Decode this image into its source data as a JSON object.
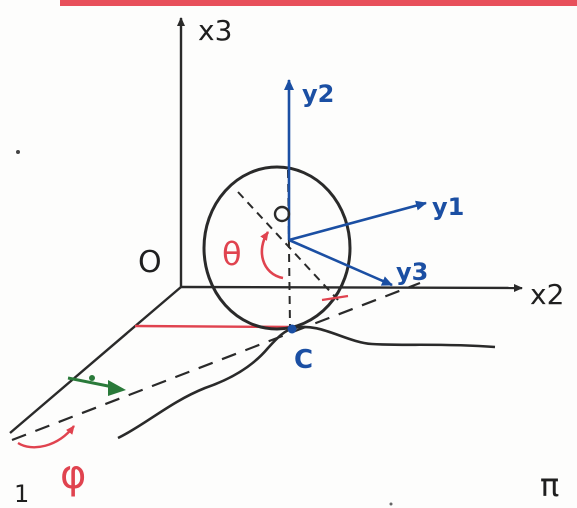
{
  "colors": {
    "ink": "#2a2a2a",
    "blue": "#1b4fa3",
    "red": "#e0434f",
    "green": "#2a7a3a",
    "top_strip": "#e8505b"
  },
  "labels": {
    "x3": "x3",
    "x2": "x2",
    "x1": "1",
    "origin": "O",
    "y1": "y1",
    "y2": "y2",
    "y3": "y3",
    "theta": "θ",
    "phi": "φ",
    "center": "O",
    "contact": "C",
    "plane": "π"
  }
}
